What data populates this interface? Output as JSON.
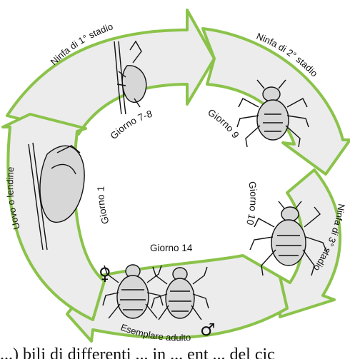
{
  "stages": [
    {
      "id": "egg",
      "label": "Uovo o lendine"
    },
    {
      "id": "nymph1",
      "label": "Ninfa di 1° stadio"
    },
    {
      "id": "nymph2",
      "label": "Ninfa di 2° stadio"
    },
    {
      "id": "nymph3",
      "label": "Ninfa di 3° stadio"
    },
    {
      "id": "adult",
      "label": "Esemplare adulto"
    }
  ],
  "days": [
    {
      "id": "d1",
      "label": "Giorno 1"
    },
    {
      "id": "d7",
      "label": "Giorno 7-8"
    },
    {
      "id": "d9",
      "label": "Giorno 9"
    },
    {
      "id": "d10",
      "label": "Giorno 10"
    },
    {
      "id": "d14",
      "label": "Giorno 14"
    }
  ],
  "symbols": {
    "female": "♀",
    "male": "♂"
  },
  "caption_partial": "...) bili di differenti ... in ... ent ... del cic",
  "colors": {
    "arrow_fill": "#ececec",
    "arrow_stroke": "#8bc34a",
    "glow": "#c5e1a5",
    "ink": "#111111"
  }
}
